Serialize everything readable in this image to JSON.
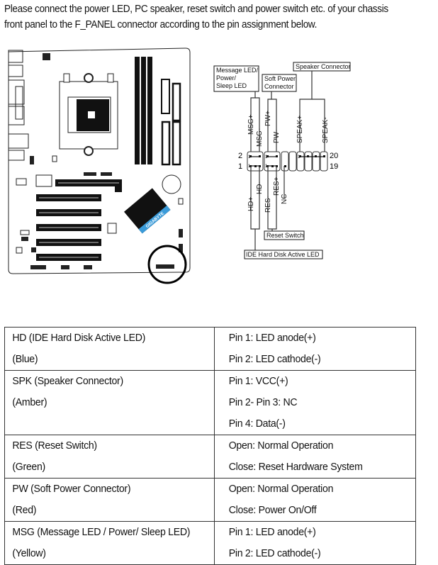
{
  "intro": {
    "line1": "Please connect the power LED, PC speaker, reset switch and power switch etc. of your chassis",
    "line2": "front panel to the F_PANEL connector according to the pin assignment below."
  },
  "board": {
    "brand_label": "GIGABYTE",
    "highlight": "F_PANEL header location (circled)"
  },
  "pinout": {
    "callouts": {
      "message_led": [
        "Message LED/",
        "Power/",
        "Sleep LED"
      ],
      "soft_power": [
        "Soft Power",
        "Connector"
      ],
      "speaker": "Speaker Connector",
      "reset": "Reset Switch",
      "ide_led": "IDE Hard Disk Active LED"
    },
    "top_pins": [
      "MSG+",
      "MSG-",
      "PW+",
      "PW-",
      "SPEAK+",
      "SPEAK-"
    ],
    "bottom_pins": [
      "HD+",
      "HD-",
      "RES-",
      "RES+",
      "NC"
    ],
    "row_numbers": {
      "top_left": "2",
      "bottom_left": "1",
      "top_right": "20",
      "bottom_right": "19"
    },
    "pin1_marker": "1"
  },
  "table": {
    "rows": [
      {
        "name": "HD (IDE Hard Disk Active LED)",
        "color": "(Blue)",
        "details": [
          "Pin 1: LED anode(+)",
          "Pin 2: LED cathode(-)"
        ]
      },
      {
        "name": "SPK (Speaker Connector)",
        "color": "(Amber)",
        "details": [
          "Pin 1: VCC(+)",
          "Pin 2- Pin 3: NC",
          "Pin 4: Data(-)"
        ]
      },
      {
        "name": "RES (Reset Switch)",
        "color": "(Green)",
        "details": [
          "Open: Normal Operation",
          "Close: Reset Hardware System"
        ]
      },
      {
        "name": "PW (Soft Power Connector)",
        "color": "(Red)",
        "details": [
          "Open: Normal Operation",
          "Close: Power On/Off"
        ]
      },
      {
        "name": "MSG (Message LED / Power/ Sleep LED)",
        "color": "(Yellow)",
        "details": [
          "Pin 1: LED anode(+)",
          "Pin 2: LED cathode(-)"
        ]
      }
    ]
  },
  "colors": {
    "ink": "#111111",
    "chip_blue": "#3a9bd9"
  }
}
